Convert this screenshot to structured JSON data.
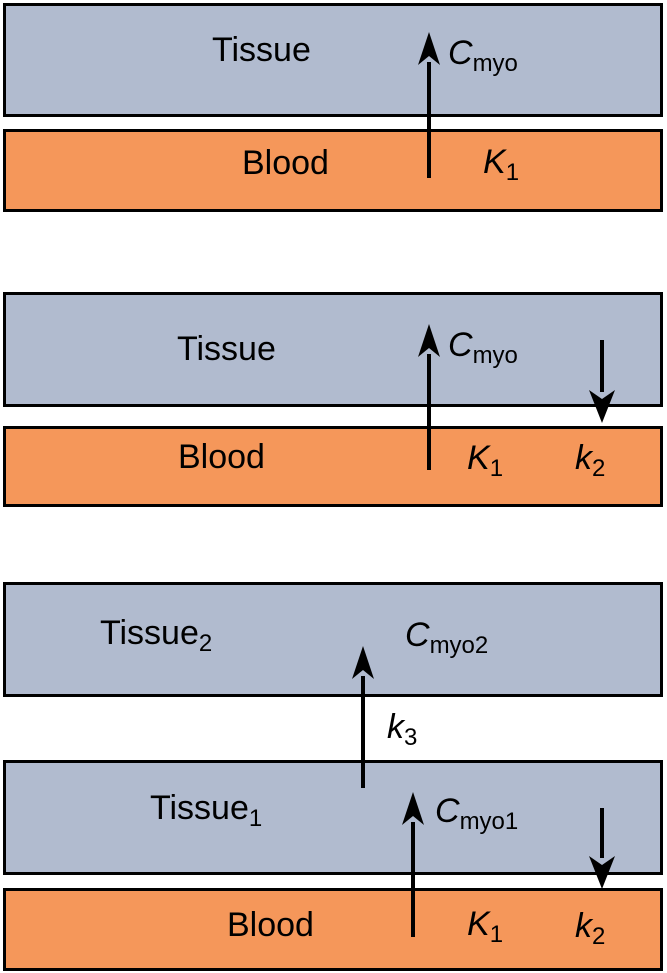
{
  "colors": {
    "tissue": "#b1bbcf",
    "blood": "#f5975a",
    "border": "#000000",
    "arrow": "#000000",
    "background": "#ffffff",
    "text": "#000000"
  },
  "diagrams": [
    {
      "tissue": {
        "base": "Tissue",
        "sub": ""
      },
      "blood": {
        "base": "Blood",
        "sub": ""
      },
      "cmyo": {
        "base": "C",
        "sub": "myo"
      },
      "k1": {
        "base": "K",
        "sub": "1"
      }
    },
    {
      "tissue": {
        "base": "Tissue",
        "sub": ""
      },
      "blood": {
        "base": "Blood",
        "sub": ""
      },
      "cmyo": {
        "base": "C",
        "sub": "myo"
      },
      "k1": {
        "base": "K",
        "sub": "1"
      },
      "k2": {
        "base": "k",
        "sub": "2"
      }
    },
    {
      "tissue2": {
        "base": "Tissue",
        "sub": "2"
      },
      "cmyo2": {
        "base": "C",
        "sub": "myo2"
      },
      "k3": {
        "base": "k",
        "sub": "3"
      },
      "tissue1": {
        "base": "Tissue",
        "sub": "1"
      },
      "cmyo1": {
        "base": "C",
        "sub": "myo1"
      },
      "blood": {
        "base": "Blood",
        "sub": ""
      },
      "k1": {
        "base": "K",
        "sub": "1"
      },
      "k2": {
        "base": "k",
        "sub": "2"
      }
    }
  ]
}
